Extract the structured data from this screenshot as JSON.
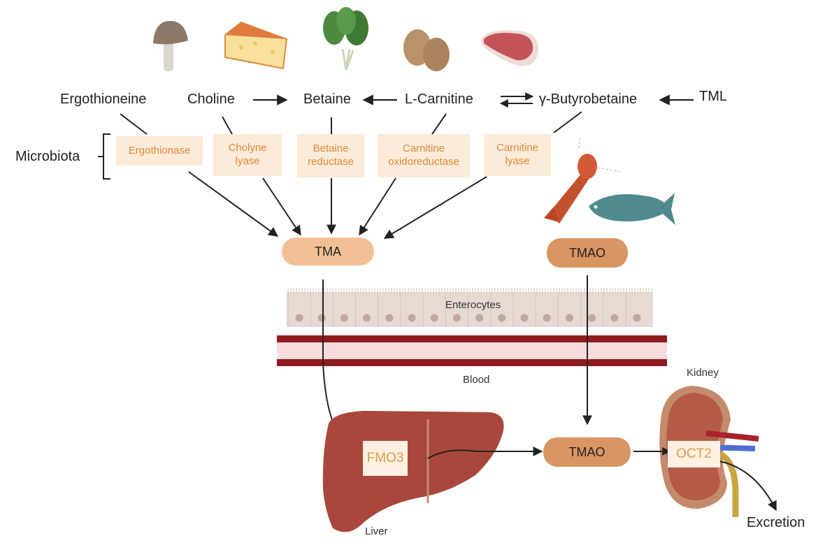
{
  "foods": [
    {
      "name": "mushroom",
      "icon": "mushroom-icon"
    },
    {
      "name": "cheese",
      "icon": "cheese-icon"
    },
    {
      "name": "leafy greens",
      "icon": "leafy-greens-icon"
    },
    {
      "name": "eggs",
      "icon": "eggs-icon"
    },
    {
      "name": "red meat",
      "icon": "red-meat-icon"
    }
  ],
  "precursors": {
    "ergothioneine": "Ergothioneine",
    "choline": "Choline",
    "betaine": "Betaine",
    "l_carnitine": "L-Carnitine",
    "butyrobetaine": "γ-Butyrobetaine",
    "tml": "TML"
  },
  "microbiota_label": "Microbiota",
  "enzymes": {
    "ergothionase": "Ergothionase",
    "cholyne_lyase_1": "Cholyne",
    "cholyne_lyase_2": "lyase",
    "betaine_reductase_1": "Betaine",
    "betaine_reductase_2": "reductase",
    "carnitine_oxidoreductase_1": "Carnitine",
    "carnitine_oxidoreductase_2": "oxidoreductase",
    "carnitine_lyase_1": "Carnitine",
    "carnitine_lyase_2": "lyase"
  },
  "seafood": [
    {
      "name": "lobster",
      "icon": "lobster-icon"
    },
    {
      "name": "fish",
      "icon": "fish-icon"
    }
  ],
  "metabolites": {
    "tma": "TMA",
    "tmao_diet": "TMAO",
    "tmao_blood": "TMAO"
  },
  "tissues": {
    "enterocytes": "Enterocytes",
    "blood": "Blood",
    "liver": "Liver",
    "kidney": "Kidney"
  },
  "host_enzymes": {
    "fmo3": "FMO3",
    "oct2": "OCT2"
  },
  "outcome": "Excretion",
  "colors": {
    "enzyme_bg": "#fcebd8",
    "enzyme_text": "#d98a3d",
    "tma_fill": "#f2c094",
    "tmao_fill": "#d99562",
    "liver": "#a9473c",
    "kidney": "#b55a48",
    "blood_vessel": "#8e1b1e",
    "enterocyte": "#e6dad3"
  }
}
